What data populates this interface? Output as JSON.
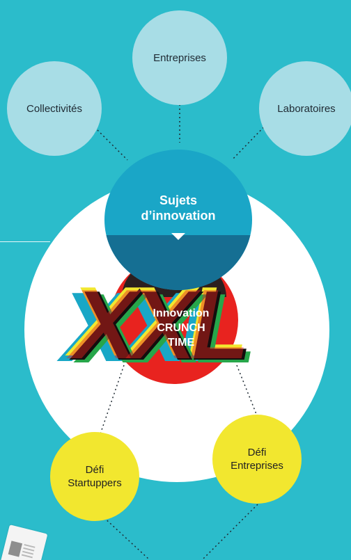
{
  "sources": [
    {
      "id": "entreprises",
      "label": "Entreprises"
    },
    {
      "id": "collectivites",
      "label": "Collectivités"
    },
    {
      "id": "laboratoires",
      "label": "Laboratoires"
    }
  ],
  "subjects": {
    "line1": "Sujets",
    "line2": "d’innovation"
  },
  "crunch": {
    "logo_text": "XXL",
    "line1": "Innovation",
    "line2": "CRUNCH",
    "line3": "TIME"
  },
  "challenges": [
    {
      "id": "startuppers",
      "line1": "Défi",
      "line2": "Startuppers"
    },
    {
      "id": "entreprises",
      "line1": "Défi",
      "line2": "Entreprises"
    }
  ],
  "colors": {
    "background": "#2bbccb",
    "source_circle": "#a8dde6",
    "subjects_circle": "#1aa6c7",
    "crunch_circle": "#e8231f",
    "challenge_circle": "#f2e72f"
  }
}
